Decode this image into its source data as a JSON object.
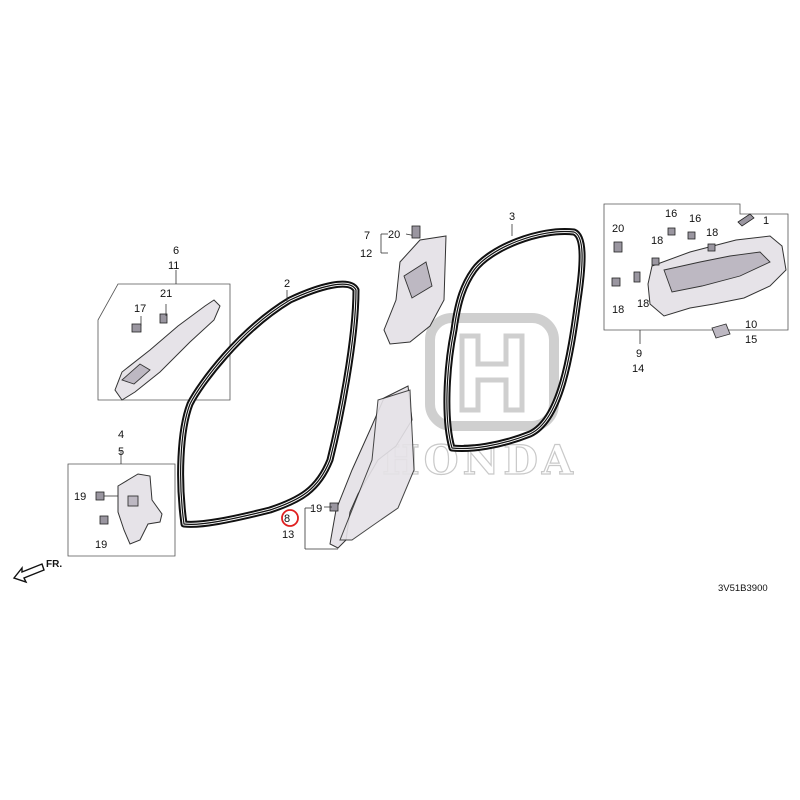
{
  "diagram": {
    "code": "3V51B3900",
    "direction_label": "FR.",
    "watermark": "HONDA",
    "labels": {
      "l1": "1",
      "l2": "2",
      "l3": "3",
      "l4": "4",
      "l5": "5",
      "l6": "6",
      "l7": "7",
      "l8": "8",
      "l9": "9",
      "l10": "10",
      "l11": "11",
      "l12": "12",
      "l13": "13",
      "l14": "14",
      "l15": "15",
      "l16": "16",
      "l17": "17",
      "l18": "18",
      "l19": "19",
      "l20": "20",
      "l21": "21"
    },
    "highlight": {
      "label": "8",
      "color": "#e02020"
    }
  }
}
